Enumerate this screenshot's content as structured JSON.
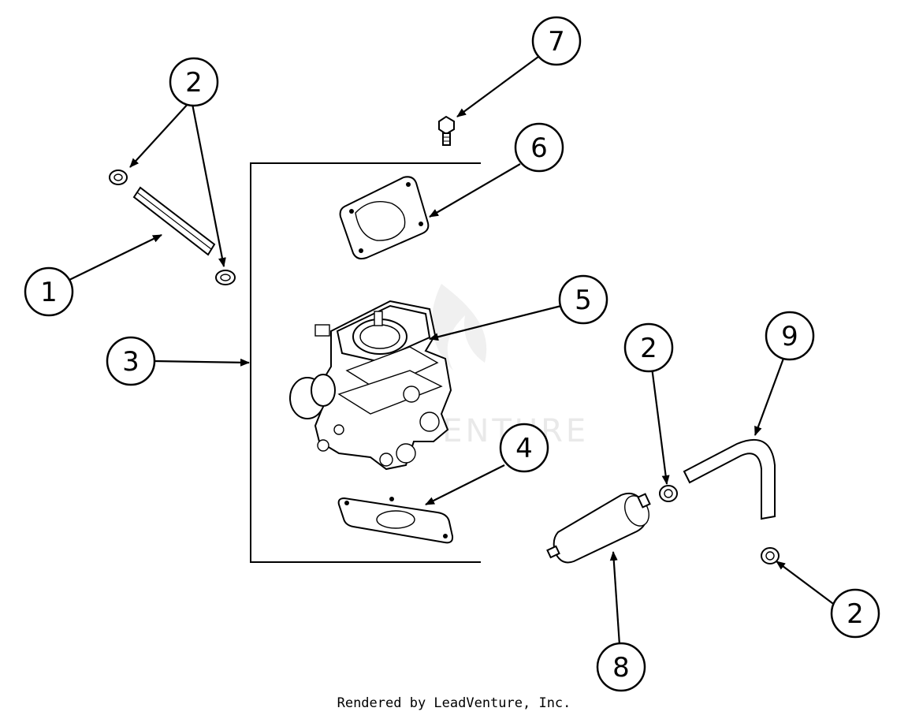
{
  "callouts": [
    {
      "id": "c1",
      "label": "1"
    },
    {
      "id": "c2a",
      "label": "2"
    },
    {
      "id": "c3",
      "label": "3"
    },
    {
      "id": "c4",
      "label": "4"
    },
    {
      "id": "c5",
      "label": "5"
    },
    {
      "id": "c6",
      "label": "6"
    },
    {
      "id": "c7",
      "label": "7"
    },
    {
      "id": "c2b",
      "label": "2"
    },
    {
      "id": "c9",
      "label": "9"
    },
    {
      "id": "c2c",
      "label": "2"
    },
    {
      "id": "c8",
      "label": "8"
    }
  ],
  "watermark": "LEADVENTURE",
  "footer": "Rendered by LeadVenture, Inc."
}
